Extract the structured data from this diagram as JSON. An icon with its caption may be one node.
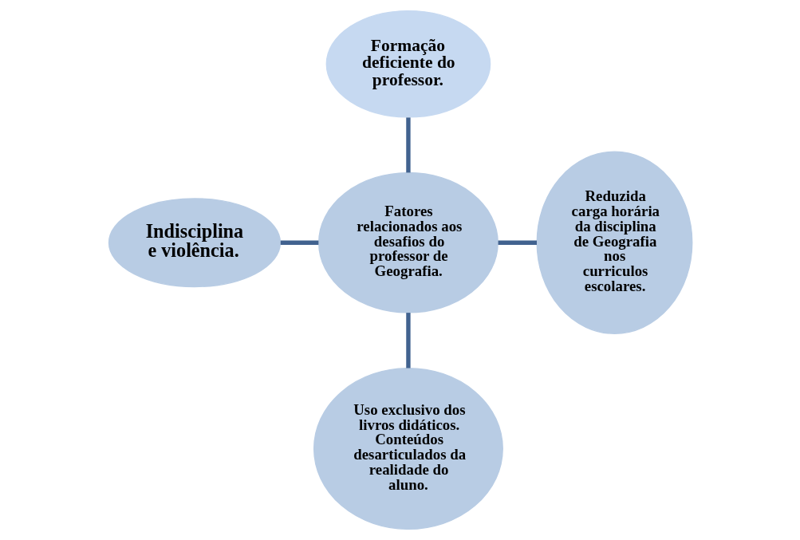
{
  "diagram": {
    "nodes": [
      {
        "text": [
          "Fatores relacionados aos desafios do professor de Geografia."
        ]
      },
      {
        "text": [
          "Formação deficiente do professor."
        ]
      },
      {
        "text": [
          "Indisciplina e violência."
        ]
      },
      {
        "text": [
          "Reduzida carga horária da disciplina de Geografia nos curriculos escolares."
        ]
      },
      {
        "text": [
          "Uso exclusivo dos livros didáticos. Conteúdos desarticulados da realidade do aluno."
        ]
      }
    ],
    "edges": [
      {
        "from": 1,
        "to": 0,
        "arrow": "none"
      },
      {
        "from": 2,
        "to": 0,
        "arrow": "none"
      },
      {
        "from": 0,
        "to": 3,
        "arrow": "none"
      },
      {
        "from": 0,
        "to": 4,
        "arrow": "none"
      }
    ]
  }
}
